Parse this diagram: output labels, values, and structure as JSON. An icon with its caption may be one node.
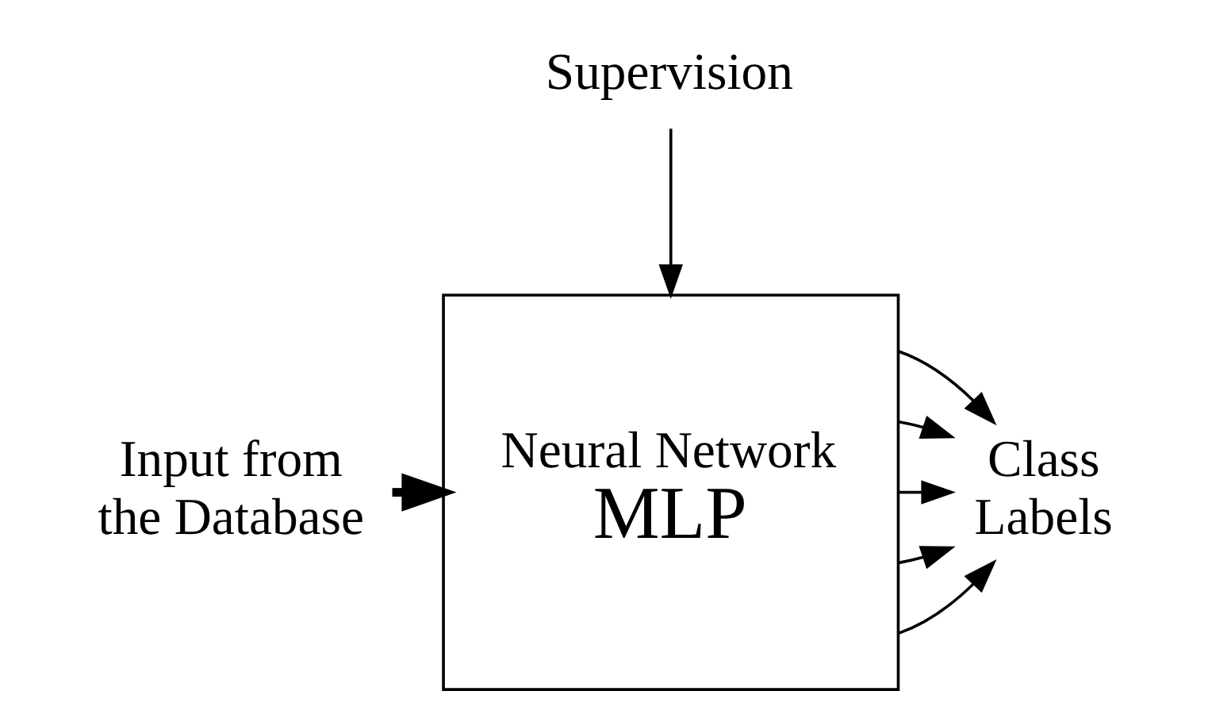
{
  "diagram": {
    "nodes": [
      {
        "text": [
          "Supervision"
        ]
      },
      {
        "text": [
          "Neural Network",
          "MLP"
        ]
      },
      {
        "text": [
          "Input from the Database"
        ]
      },
      {
        "text": [
          "Class Labels"
        ]
      }
    ],
    "edges": [
      {
        "from": 0,
        "to": 1,
        "arrow": "to"
      },
      {
        "from": 2,
        "to": 1,
        "arrow": "to",
        "style": "thick"
      },
      {
        "from": 1,
        "to": 3,
        "arrow": "to"
      },
      {
        "from": 1,
        "to": 3,
        "arrow": "to"
      },
      {
        "from": 1,
        "to": 3,
        "arrow": "to"
      },
      {
        "from": 1,
        "to": 3,
        "arrow": "to"
      },
      {
        "from": 1,
        "to": 3,
        "arrow": "to"
      }
    ]
  }
}
